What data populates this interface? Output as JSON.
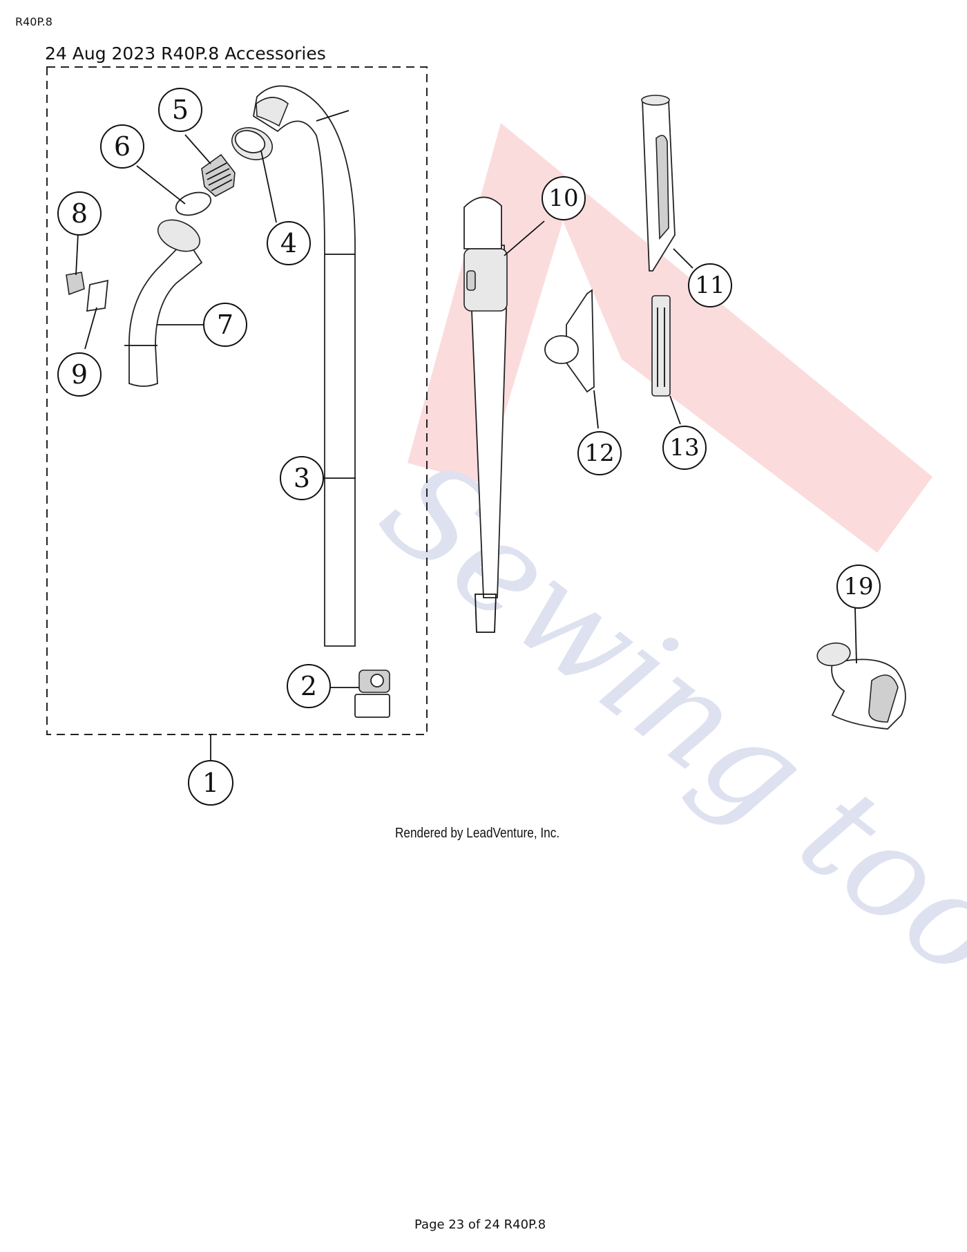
{
  "header": {
    "model": "R40P.8"
  },
  "title": "24 Aug 2023 R40P.8 Accessories",
  "credit": "Rendered by LeadVenture, Inc.",
  "footer": "Page 23 of 24 R40P.8",
  "watermark": {
    "wordmark": "Sewing too",
    "colors": {
      "red": "#e8262d",
      "blue": "#3b4da0"
    }
  },
  "callouts": {
    "c1": "1",
    "c2": "2",
    "c3": "3",
    "c4": "4",
    "c5": "5",
    "c6": "6",
    "c7": "7",
    "c8": "8",
    "c9": "9",
    "c10": "10",
    "c11": "11",
    "c12": "12",
    "c13": "13",
    "c19": "19"
  }
}
